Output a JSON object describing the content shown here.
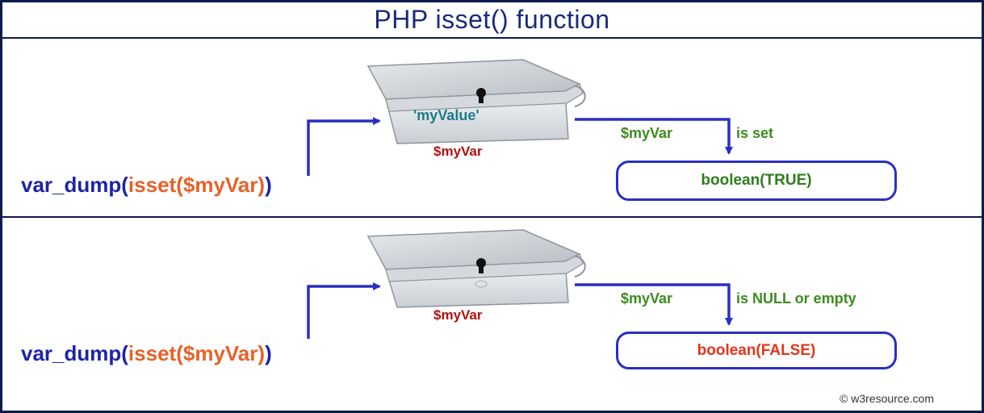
{
  "title": "PHP isset() function",
  "panels": [
    {
      "code": {
        "fn_open": "var_dump(",
        "kw": "isset",
        "open": "(",
        "var": "$myVar",
        "close": ")",
        "fn_close": ")"
      },
      "box_value": "'myValue'",
      "var_label": "$myVar",
      "condition_var": "$myVar",
      "condition_text": "is set",
      "result": "boolean(TRUE)"
    },
    {
      "code": {
        "fn_open": "var_dump(",
        "kw": "isset",
        "open": "(",
        "var": "$myVar",
        "close": ")",
        "fn_close": ")"
      },
      "box_value": "",
      "var_label": "$myVar",
      "condition_var": "$myVar",
      "condition_text": "is NULL or empty",
      "result": "boolean(FALSE)"
    }
  ],
  "copyright": "© w3resource.com",
  "colors": {
    "frame": "#0b1a4d",
    "arrow": "#2a2fc2",
    "code_fn": "#1d24a8",
    "code_isset": "#e5622a",
    "var_label": "#b21010",
    "condition": "#3e8b1f",
    "true_result": "#2f7d1e",
    "false_result": "#e5341a"
  }
}
